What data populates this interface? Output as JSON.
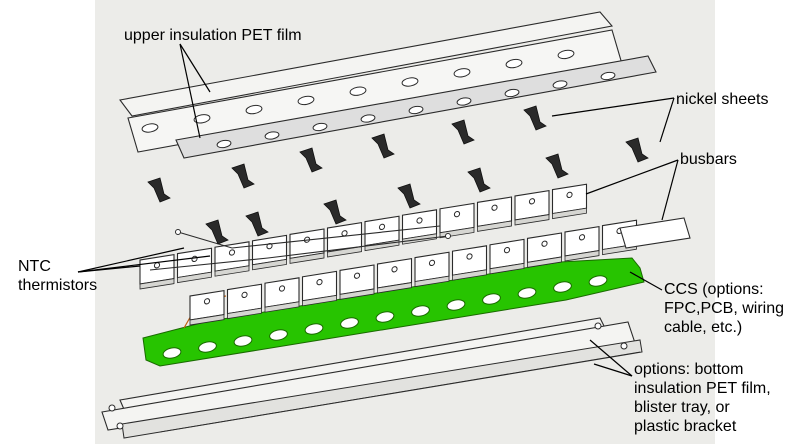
{
  "labels": {
    "upper_film": "upper insulation PET film",
    "nickel": "nickel sheets",
    "busbars": "busbars",
    "ntc": "NTC\nthermistors",
    "ccs": "CCS (options:\nFPC,PCB, wiring\ncable, etc.)",
    "bottom": "options: bottom\ninsulation PET film,\nblister tray, or\nplastic bracket"
  },
  "colors": {
    "background": "#ffffff",
    "drawing_background": "#ecece9",
    "ccs_board": "#27c400",
    "film_fill": "#f4f4f2",
    "outline": "#2b2b2b",
    "nickel": "#2a2a2a",
    "leader": "#000000"
  }
}
